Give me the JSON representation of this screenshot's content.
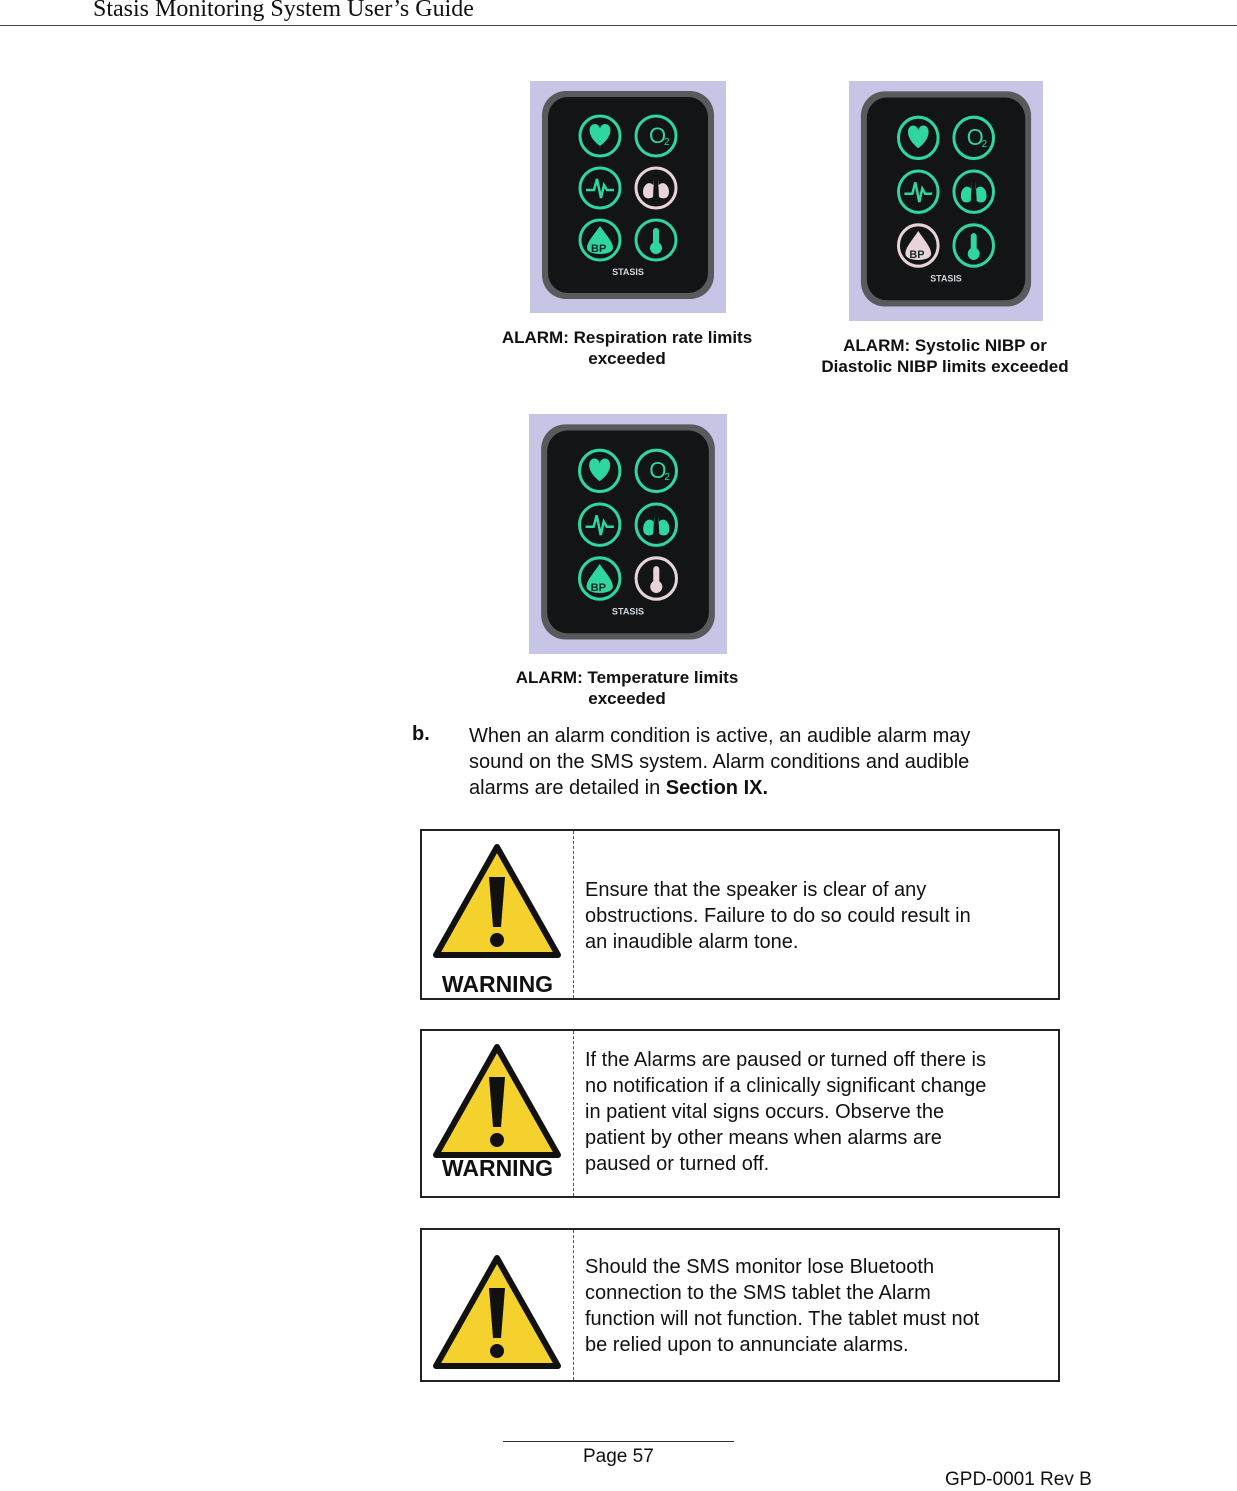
{
  "header": {
    "title": "Stasis Monitoring System User’s Guide"
  },
  "figures": [
    {
      "caption_line1": "ALARM:  Respiration rate limits",
      "caption_line2": "exceeded",
      "device_brand": "STASIS",
      "alarm_icon": "lungs-icon"
    },
    {
      "caption_line1": "ALARM:  Systolic NIBP or",
      "caption_line2": "Diastolic NIBP limits exceeded",
      "device_brand": "STASIS",
      "alarm_icon": "bp-icon"
    },
    {
      "caption_line1": "ALARM:  Temperature limits",
      "caption_line2": "exceeded",
      "device_brand": "STASIS",
      "alarm_icon": "thermometer-icon"
    }
  ],
  "device_icons": {
    "bp_label": "BP",
    "o2_label": "O",
    "o2_sub": "2"
  },
  "colors": {
    "led_green": "#2fd6a0",
    "alarm_white": "#e8d4d8",
    "warning_yellow": "#f5d12e"
  },
  "item_b": {
    "label": "b.",
    "line1": "When an alarm condition is active, an audible alarm may",
    "line2": "sound on the SMS system. Alarm conditions and audible",
    "line3_prefix": "alarms are detailed in ",
    "line3_bold": "Section IX."
  },
  "warnings": [
    {
      "label": "WARNING",
      "lines": [
        "Ensure that the speaker is clear of any",
        "obstructions.  Failure to do so could result in",
        "an inaudible alarm tone."
      ]
    },
    {
      "label": "WARNING",
      "lines": [
        "If the Alarms are paused or turned off there is",
        "no notification if a clinically significant change",
        "in patient vital signs occurs.  Observe the",
        "patient by other means when alarms are",
        "paused or turned off."
      ]
    },
    {
      "label": "",
      "lines": [
        "Should the SMS monitor lose Bluetooth",
        "connection to the SMS tablet the Alarm",
        "function will not function. The tablet must not",
        "be relied upon to annunciate alarms."
      ]
    }
  ],
  "footer": {
    "page": "Page 57",
    "doc_id": "GPD-0001 Rev B"
  }
}
